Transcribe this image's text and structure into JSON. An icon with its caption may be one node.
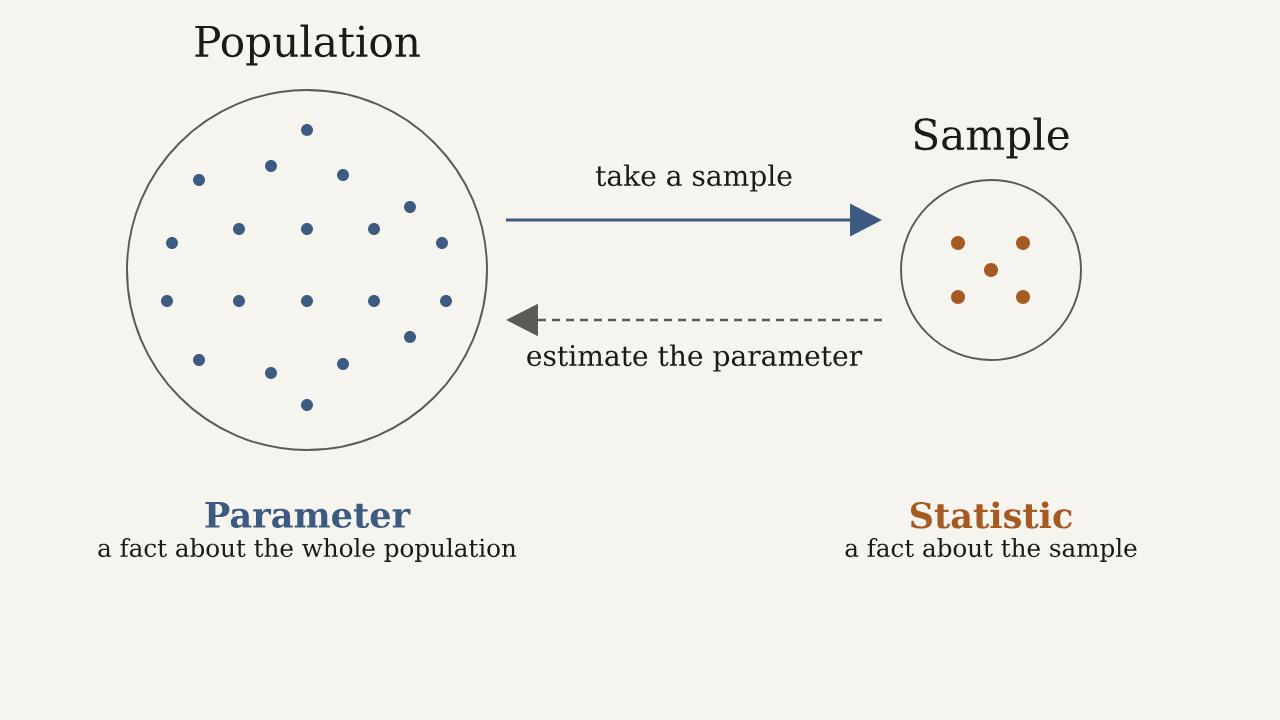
{
  "diagram": {
    "nodes": [
      {
        "text": [
          "Population"
        ],
        "beside": [
          "Parameter",
          "a fact about the whole population"
        ]
      },
      {
        "text": [
          "Sample"
        ],
        "beside": [
          "Statistic",
          "a fact about the sample"
        ]
      }
    ],
    "edges": [
      {
        "from": 0,
        "to": 1,
        "arrow": "to",
        "label": "take a sample",
        "color": "#3d5a80"
      },
      {
        "from": 1,
        "to": 0,
        "arrow": "to",
        "label": "estimate the parameter",
        "style": "dashed",
        "color": "#5a5a55"
      }
    ]
  }
}
